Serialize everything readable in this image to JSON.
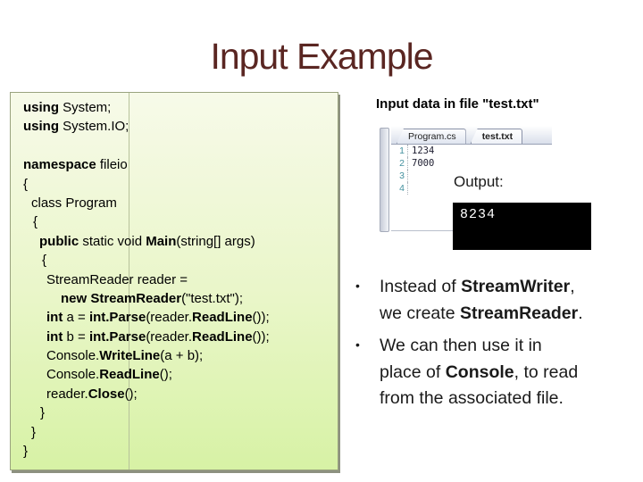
{
  "title": {
    "text": "Input Example",
    "color": "#5a2622"
  },
  "code_panel": {
    "bg_top": "#f7fae9",
    "bg_bottom": "#d7f2a5",
    "border_color": "#9aa37f",
    "lines": [
      {
        "indent": 0,
        "segs": [
          {
            "t": "using",
            "b": 1
          },
          {
            "t": " System;",
            "b": 0
          }
        ]
      },
      {
        "indent": 0,
        "segs": [
          {
            "t": "using",
            "b": 1
          },
          {
            "t": " System.IO;",
            "b": 0
          }
        ]
      },
      {
        "indent": 0,
        "segs": []
      },
      {
        "indent": 0,
        "segs": [
          {
            "t": "namespace",
            "b": 1
          },
          {
            "t": " fileio",
            "b": 0
          }
        ]
      },
      {
        "indent": 0,
        "segs": [
          {
            "t": "{",
            "b": 0
          }
        ]
      },
      {
        "indent": 9,
        "segs": [
          {
            "t": "class Program",
            "b": 0
          }
        ]
      },
      {
        "indent": 11,
        "segs": [
          {
            "t": "{",
            "b": 0
          }
        ]
      },
      {
        "indent": 18,
        "segs": [
          {
            "t": "public",
            "b": 1
          },
          {
            "t": " static void ",
            "b": 0
          },
          {
            "t": "Main",
            "b": 1
          },
          {
            "t": "(string[] args)",
            "b": 0
          }
        ]
      },
      {
        "indent": 21,
        "segs": [
          {
            "t": "{",
            "b": 0
          }
        ]
      },
      {
        "indent": 26,
        "segs": [
          {
            "t": "StreamReader reader =",
            "b": 0
          }
        ]
      },
      {
        "indent": 42,
        "segs": [
          {
            "t": "new StreamReader",
            "b": 1
          },
          {
            "t": "(\"test.txt\");",
            "b": 0
          }
        ]
      },
      {
        "indent": 26,
        "segs": [
          {
            "t": "int",
            "b": 1
          },
          {
            "t": " a = ",
            "b": 0
          },
          {
            "t": "int.Parse",
            "b": 1
          },
          {
            "t": "(reader.",
            "b": 0
          },
          {
            "t": "ReadLine",
            "b": 1
          },
          {
            "t": "());",
            "b": 0
          }
        ]
      },
      {
        "indent": 26,
        "segs": [
          {
            "t": "int",
            "b": 1
          },
          {
            "t": " b = ",
            "b": 0
          },
          {
            "t": "int.Parse",
            "b": 1
          },
          {
            "t": "(reader.",
            "b": 0
          },
          {
            "t": "ReadLine",
            "b": 1
          },
          {
            "t": "());",
            "b": 0
          }
        ]
      },
      {
        "indent": 26,
        "segs": [
          {
            "t": "Console.",
            "b": 0
          },
          {
            "t": "WriteLine",
            "b": 1
          },
          {
            "t": "(a + b);",
            "b": 0
          }
        ]
      },
      {
        "indent": 26,
        "segs": [
          {
            "t": "Console.",
            "b": 0
          },
          {
            "t": "ReadLine",
            "b": 1
          },
          {
            "t": "();",
            "b": 0
          }
        ]
      },
      {
        "indent": 26,
        "segs": [
          {
            "t": "reader.",
            "b": 0
          },
          {
            "t": "Close",
            "b": 1
          },
          {
            "t": "();",
            "b": 0
          }
        ]
      },
      {
        "indent": 19,
        "segs": [
          {
            "t": "}",
            "b": 0
          }
        ]
      },
      {
        "indent": 9,
        "segs": [
          {
            "t": "}",
            "b": 0
          }
        ]
      },
      {
        "indent": 0,
        "segs": [
          {
            "t": "}",
            "b": 0
          }
        ]
      }
    ]
  },
  "file_preview": {
    "heading": "Input data in file \"test.txt\"",
    "tabs": [
      {
        "label": "Program.cs",
        "active": false
      },
      {
        "label": "test.txt",
        "active": true
      }
    ],
    "line_number_color": "#44919f",
    "editor_lines": [
      {
        "num": "1",
        "text": "1234"
      },
      {
        "num": "2",
        "text": "7000"
      },
      {
        "num": "3",
        "text": ""
      },
      {
        "num": "4",
        "text": ""
      }
    ]
  },
  "output": {
    "label": "Output:",
    "value": "8234",
    "bg": "#000000",
    "fg": "#ffffff"
  },
  "bullets": [
    {
      "lines": [
        [
          {
            "t": "Instead of ",
            "b": 0
          },
          {
            "t": "StreamWriter",
            "b": 1
          },
          {
            "t": ",",
            "b": 0
          }
        ],
        [
          {
            "t": "we create ",
            "b": 0
          },
          {
            "t": "StreamReader",
            "b": 1
          },
          {
            "t": ".",
            "b": 0
          }
        ]
      ]
    },
    {
      "lines": [
        [
          {
            "t": "We can then use it in",
            "b": 0
          }
        ],
        [
          {
            "t": "place of ",
            "b": 0
          },
          {
            "t": "Console",
            "b": 1
          },
          {
            "t": ", to read",
            "b": 0
          }
        ],
        [
          {
            "t": "from the associated file.",
            "b": 0
          }
        ]
      ]
    }
  ],
  "bullet_marker": "•"
}
